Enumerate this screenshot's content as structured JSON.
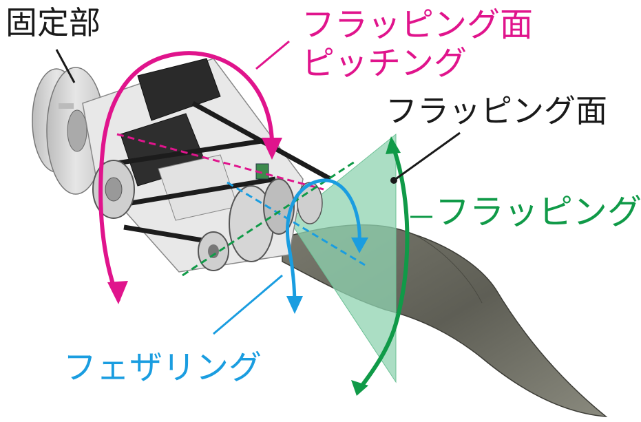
{
  "labels": {
    "fixed_part": "固定部",
    "flap_plane_pitching_line1": "フラッピング面",
    "flap_plane_pitching_line2": "ピッチング",
    "flapping_plane": "フラッピング面",
    "flapping": "フラッピング",
    "feathering": "フェザリング"
  },
  "colors": {
    "pitching": "#e0148c",
    "flapping": "#109a48",
    "feathering": "#1a9de0",
    "text": "#1a1a1a",
    "plane_fill": "#8fd3b0",
    "fin": "#6b6b60",
    "mechanism_light": "#dcdcdc",
    "mechanism_dark": "#2a2a2a"
  }
}
